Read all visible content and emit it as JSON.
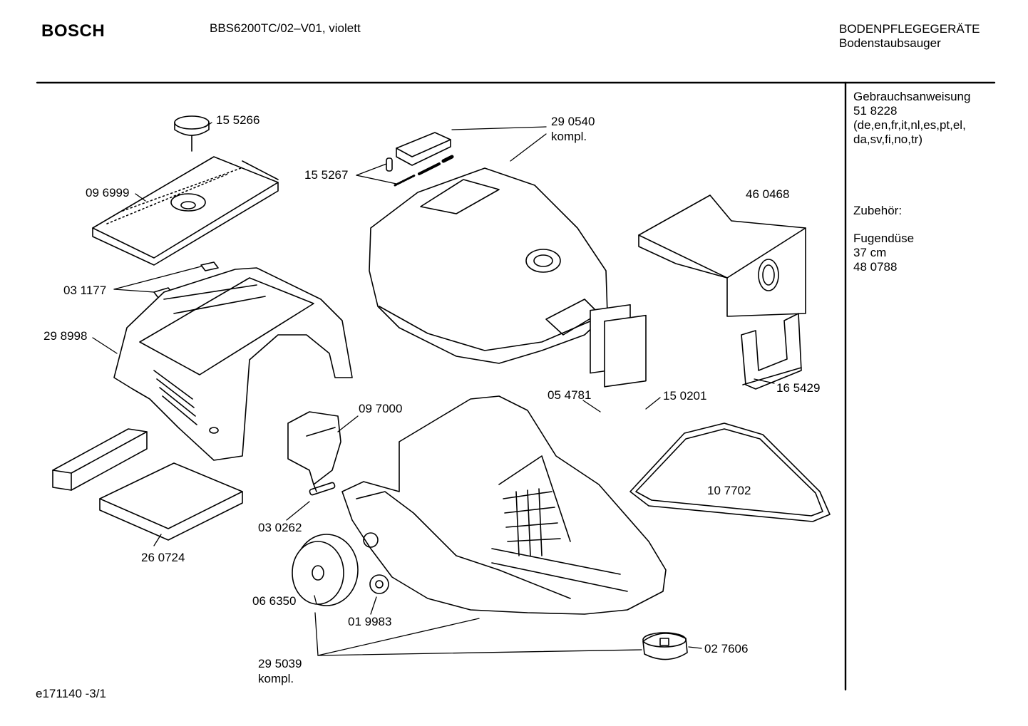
{
  "header": {
    "brand": "BOSCH",
    "model": "BBS6200TC/02–V01, violett",
    "category_line1": "BODENPFLEGEGERÄTE",
    "category_line2": "Bodenstaubsauger"
  },
  "sidebar": {
    "manual_title": "Gebrauchsanweisung",
    "manual_number": "51 8228",
    "manual_langs_1": "(de,en,fr,it,nl,es,pt,el,",
    "manual_langs_2": "da,sv,fi,no,tr)",
    "accessories_title": "Zubehör:",
    "accessory_name": "Fugendüse",
    "accessory_size": "37 cm",
    "accessory_number": "48 0788"
  },
  "parts": {
    "p155266": "15 5266",
    "p096999": "09 6999",
    "p155267": "15 5267",
    "p290540": "29 0540",
    "p290540_note": "kompl.",
    "p460468": "46 0468",
    "p031177": "03 1177",
    "p298998": "29 8998",
    "p097000": "09 7000",
    "p054781": "05 4781",
    "p150201": "15 0201",
    "p165429": "16 5429",
    "p107702": "10 7702",
    "p030262": "03 0262",
    "p260724": "26 0724",
    "p066350": "06 6350",
    "p019983": "01 9983",
    "p295039": "29 5039",
    "p295039_note": "kompl.",
    "p027606": "02 7606"
  },
  "footer": {
    "drawing_id": "e171140 -3/1"
  }
}
